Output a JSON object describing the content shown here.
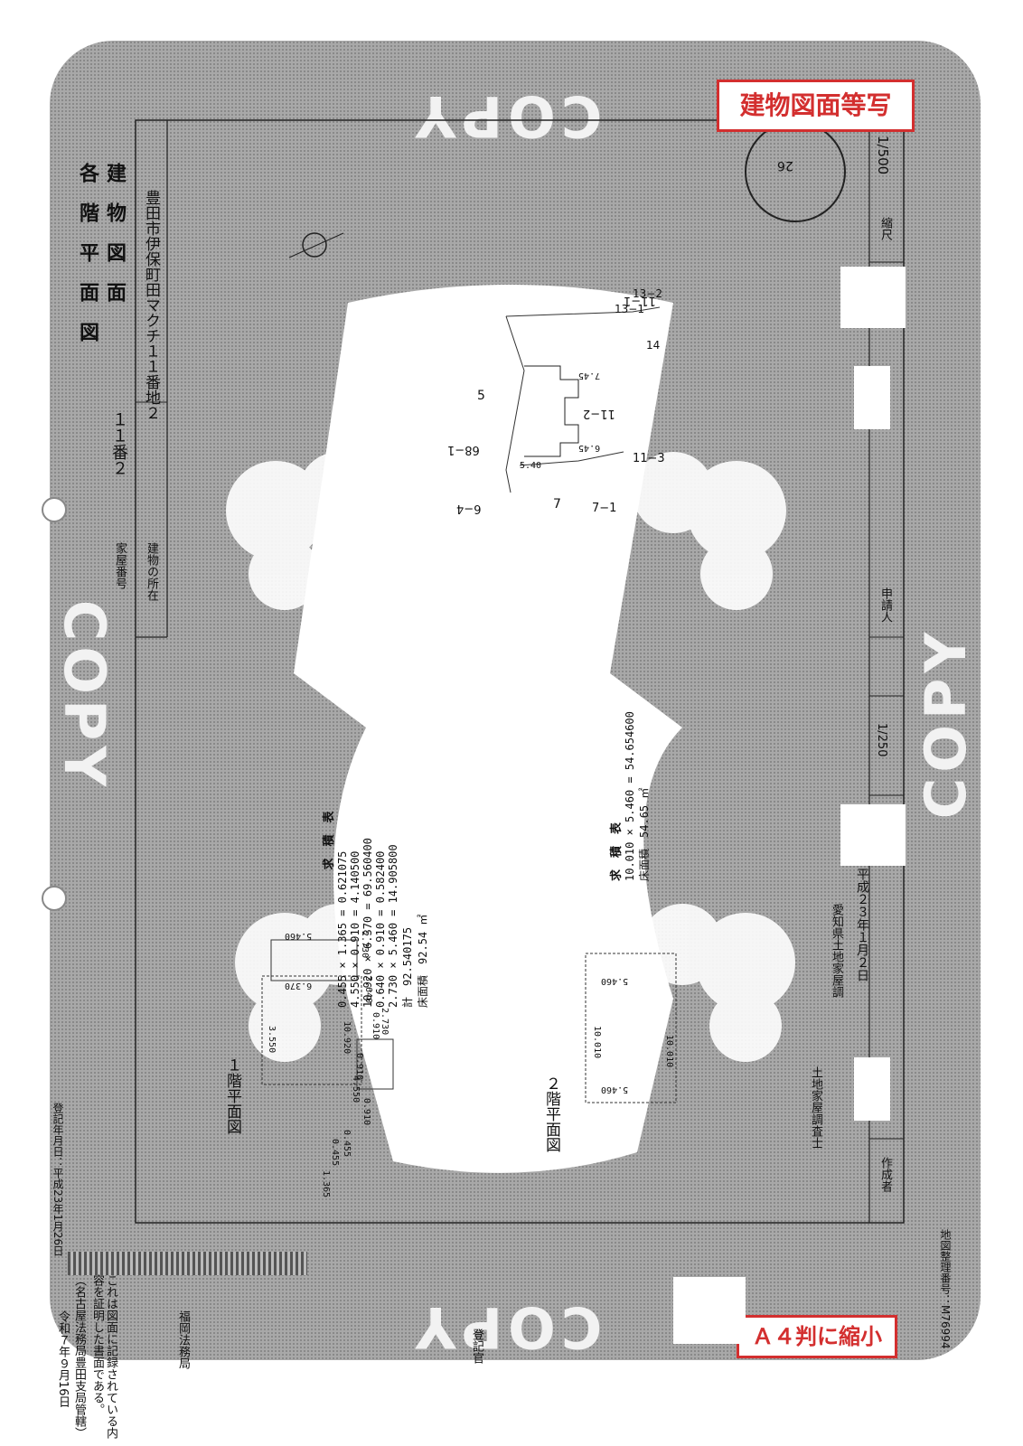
{
  "labels": {
    "top_right": "建物図面等写",
    "bottom_right": "Ａ４判に縮小"
  },
  "watermark": {
    "word": "COPY",
    "color": "#9a9a9a"
  },
  "title": {
    "line1": "建　物　図　面",
    "line2": "各　階　平　面　図"
  },
  "table": {
    "kaoku_label": "家屋番号",
    "kaoku_value": "１１番２",
    "location_label": "建物の所在",
    "location_value": "豊田市伊保町田マクチ１１番地２"
  },
  "site_plan": {
    "parcels": [
      "5",
      "68−1",
      "6−4",
      "7",
      "7−1",
      "11−1",
      "11−2",
      "11−3",
      "13−1",
      "13−2",
      "14"
    ],
    "dims": [
      "7.45",
      "6.45",
      "5.40"
    ]
  },
  "calc_1f": {
    "header": "求　積　表",
    "rows": [
      {
        "expr": "0.455 × 1.365",
        "val": "0.621075"
      },
      {
        "expr": "4.550 × 0.910",
        "val": "4.140500"
      },
      {
        "expr": "10.920 × 6.370",
        "val": "69.560400"
      },
      {
        "expr": "0.640 × 0.910",
        "val": "0.582400"
      },
      {
        "expr": "2.730 × 5.460",
        "val": "14.905800"
      }
    ],
    "total_label": "計",
    "total_value": "92.540175",
    "floor_label": "床面積",
    "floor_value": "92.54 ㎡"
  },
  "calc_2f": {
    "header": "求　積　表",
    "expr": "10.010 × 5.460",
    "val": "54.654600",
    "floor_label": "床面積",
    "floor_value": "54.65 ㎡"
  },
  "plan_1f": {
    "label": "１階平面図",
    "dims": [
      "5.460",
      "2.730",
      "6.370",
      "3.640",
      "0.910",
      "10.920",
      "0.910",
      "2.730",
      "4.550",
      "0.910",
      "3.550",
      "0.455",
      "1.365",
      "0.455"
    ]
  },
  "plan_2f": {
    "label": "２階平面図",
    "dims": [
      "5.460",
      "10.010",
      "10.010",
      "5.460"
    ]
  },
  "right_frame": {
    "scale_label": "縮尺",
    "scale_value": "1/500",
    "scale_plan": "1/250",
    "applicant_label": "申請人",
    "author_label": "作成者",
    "date": "平成２３年１月２日",
    "company": "愛知県土地家屋調",
    "misc": "土地家屋調査士",
    "stamp": "26"
  },
  "left_margin": {
    "reg_date": "登記年月日：平成23年1月26日",
    "cert_line1": "これは図面に記録されている内容を証明した書面である。",
    "cert_line2": "（名古屋法務局豊田支局管轄）",
    "cert_date": "令和７年９月16日",
    "office": "福岡法務局",
    "officer": "登記官"
  },
  "map_no": "地図整理番号：M76994"
}
